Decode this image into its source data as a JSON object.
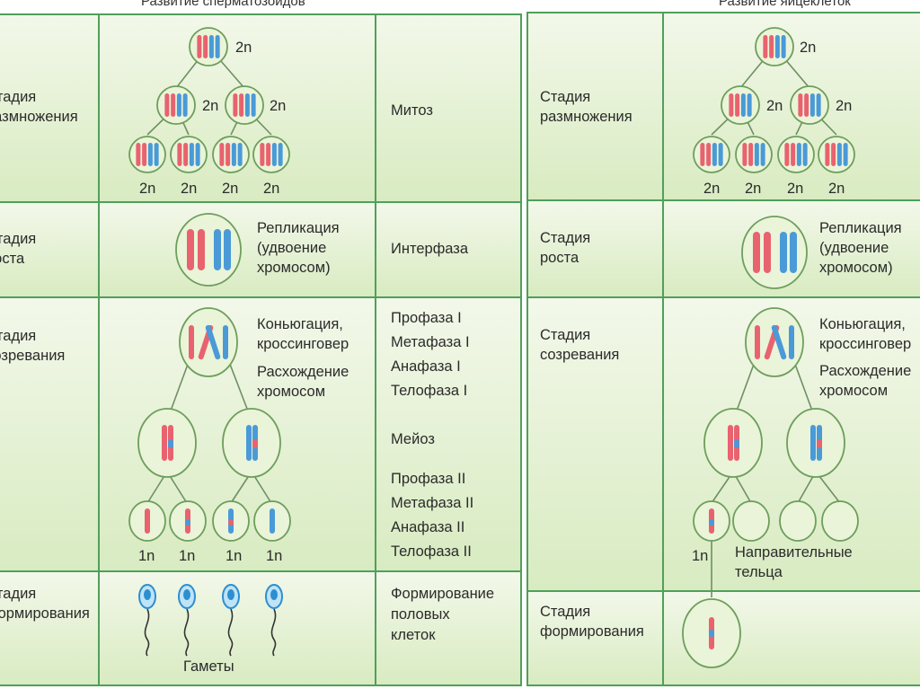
{
  "titles": {
    "left": "Развитие сперматозоидов",
    "right": "Развитие яйцеклеток"
  },
  "left_panel": {
    "stages": [
      {
        "line1": "Стадия",
        "line2": "размножения"
      },
      {
        "line1": "Стадия",
        "line2": "роста"
      },
      {
        "line1": "Стадия",
        "line2": "созревания"
      },
      {
        "line1": "Стадия",
        "line2": "формирования"
      }
    ],
    "ploidy_labels": [
      "2n",
      "2n",
      "2n",
      "2n",
      "2n",
      "2n",
      "2n"
    ],
    "haploid_labels": [
      "1n",
      "1n",
      "1n",
      "1n"
    ],
    "replication": [
      "Репликация",
      "(удвоение",
      "хромосом)"
    ],
    "conjugation": [
      "Коньюгация,",
      "кроссинговер"
    ],
    "divergence": [
      "Расхождение",
      "хромосом"
    ],
    "gametes": "Гаметы",
    "phases": {
      "mitosis": "Митоз",
      "interphase": "Интерфаза",
      "meiosis1": [
        "Профаза I",
        "Метафаза I",
        "Анафаза I",
        "Телофаза I"
      ],
      "meiosis": "Мейоз",
      "meiosis2": [
        "Профаза II",
        "Метафаза II",
        "Анафаза II",
        "Телофаза II"
      ],
      "formation": [
        "Формирование",
        "половых",
        "клеток"
      ]
    }
  },
  "right_panel": {
    "stages": [
      {
        "line1": "Стадия",
        "line2": "размножения"
      },
      {
        "line1": "Стадия",
        "line2": "роста"
      },
      {
        "line1": "Стадия",
        "line2": "созревания"
      },
      {
        "line1": "Стадия",
        "line2": "формирования"
      }
    ],
    "ploidy_labels": [
      "2n",
      "2n",
      "2n",
      "2n",
      "2n",
      "2n",
      "2n"
    ],
    "haploid_label": "1n",
    "replication": [
      "Репликация",
      "(удвоение",
      "хромосом)"
    ],
    "conjugation": [
      "Коньюгация,",
      "кроссинговер"
    ],
    "divergence": [
      "Расхождение",
      "хромосом"
    ],
    "polar_bodies": [
      "Направительные",
      "тельца"
    ]
  },
  "colors": {
    "grid": "#4fa05a",
    "cell_fill": "#eaf4d8",
    "cell_stroke": "#6d9e5c",
    "tree_line": "#6f8f62",
    "chromosome_red": "#e8636f",
    "chromosome_blue": "#4a9ad8"
  }
}
